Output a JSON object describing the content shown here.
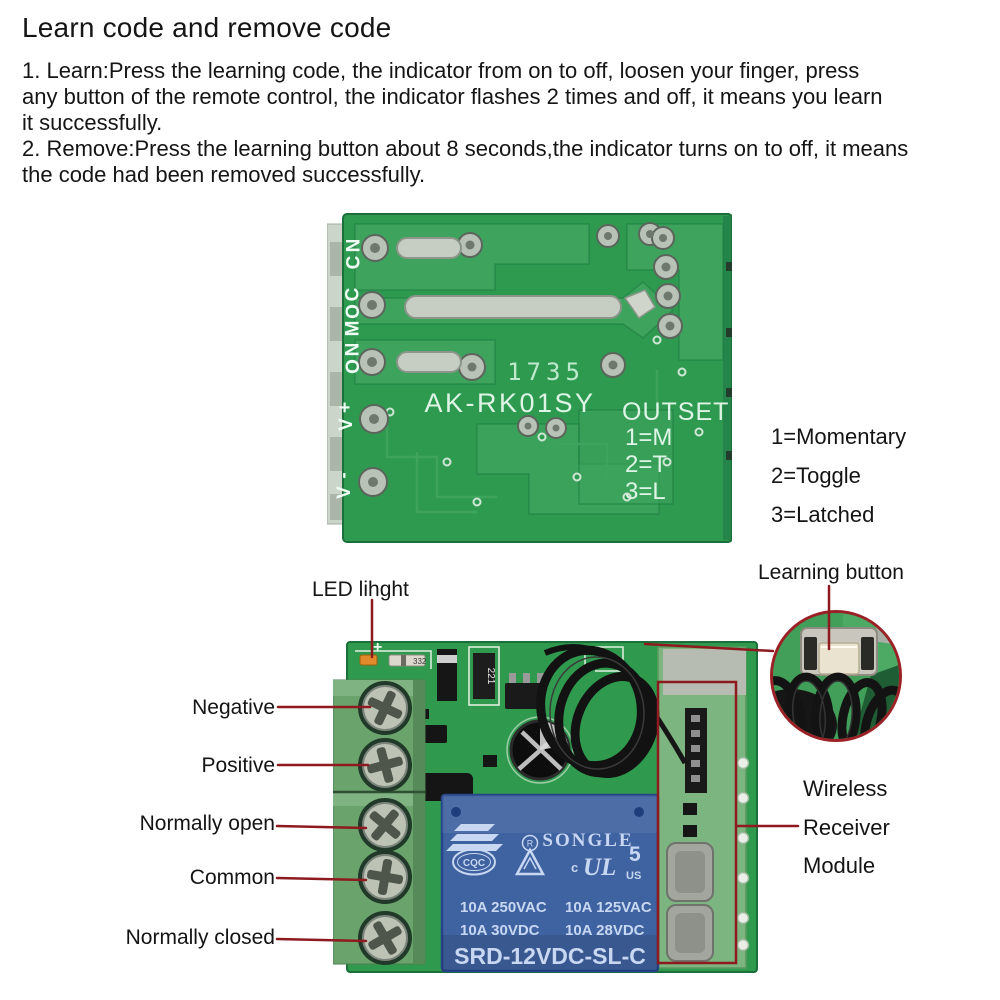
{
  "title": "Learn code and remove code",
  "instructions": [
    "1. Learn:Press the learning code, the indicator from on to off, loosen your finger, press",
    "any button of the remote control, the indicator flashes 2 times and off, it means you learn",
    "it successfully.",
    "2. Remove:Press the learning button about 8 seconds,the indicator turns on to off, it means",
    "the code had been removed successfully."
  ],
  "top_board": {
    "pin_labels": [
      "NC",
      "COM",
      "NO",
      "+V",
      "-V"
    ],
    "date_code": "1735",
    "model": "AK-RK01SY",
    "outset_heading": "OUTSET",
    "outset_options": [
      "1=M",
      "2=T",
      "3=L"
    ]
  },
  "outset_legend": [
    "1=Momentary",
    "2=Toggle",
    "3=Latched"
  ],
  "callouts": {
    "led": "LED lihght",
    "learning_button": "Learning button",
    "negative": "Negative",
    "positive": "Positive",
    "normally_open": "Normally open",
    "common": "Common",
    "normally_closed": "Normally closed",
    "module_lines": [
      "Wireless",
      "Receiver",
      "Module"
    ]
  },
  "bottom_board": {
    "silkscreen_plus": "+",
    "resistor_top": "332",
    "resistor_vertical": "221"
  },
  "relay": {
    "brand": "SONGLE",
    "reg_mark": "R",
    "cqc": "CQC",
    "ul_c": "c",
    "ul_letters": "UL",
    "ul_us": "US",
    "ul_number": "5",
    "ratings": [
      "10A 250VAC",
      "10A 125VAC",
      "10A 30VDC",
      "10A 28VDC"
    ],
    "model": "SRD-12VDC-SL-C"
  },
  "colors": {
    "callout_red": "#8e1a1f",
    "pcb_green": "#2f9a4d",
    "trace_green": "#3da35d",
    "terminal_green": "#6aa36c",
    "relay_blue": "#3f62a0",
    "relay_text": "#cdd8ec",
    "module_green": "#7cb57f",
    "silkscreen_mint": "#def4e5"
  }
}
